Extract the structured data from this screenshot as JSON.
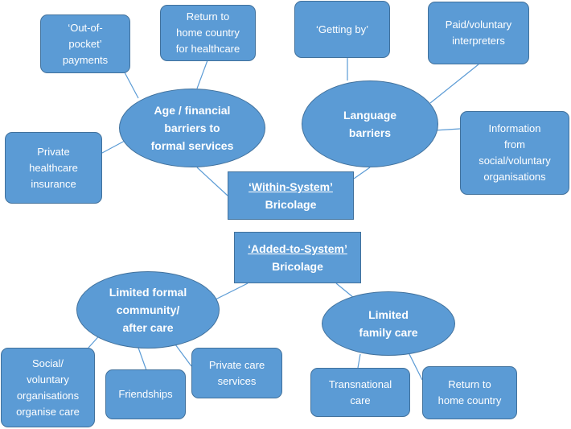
{
  "colors": {
    "fill": "#5b9bd5",
    "border": "#41719c",
    "connector": "#5b9bd5",
    "text": "#ffffff"
  },
  "hubs": {
    "within": {
      "line1": "‘Within-System’",
      "line2": "Bricolage"
    },
    "added": {
      "line1": "‘Added-to-System’",
      "line2": "Bricolage"
    }
  },
  "ellipses": {
    "age_financial": "Age / financial\nbarriers to\nformal services",
    "language": "Language\nbarriers",
    "community": "Limited formal\ncommunity/\nafter care",
    "family": "Limited\nfamily care"
  },
  "boxes": {
    "out_of_pocket": "‘Out-of-\npocket’\npayments",
    "return_home_healthcare": "Return to\nhome country\nfor healthcare",
    "getting_by": "‘Getting by’",
    "interpreters": "Paid/voluntary\ninterpreters",
    "info_social": "Information\nfrom\nsocial/voluntary\norganisations",
    "private_insurance": "Private\nhealthcare\ninsurance",
    "social_voluntary_care": "Social/\nvoluntary\norganisations\norganise care",
    "friendships": "Friendships",
    "private_care": "Private care\nservices",
    "transnational": "Transnational\ncare",
    "return_home": "Return to\nhome country"
  }
}
